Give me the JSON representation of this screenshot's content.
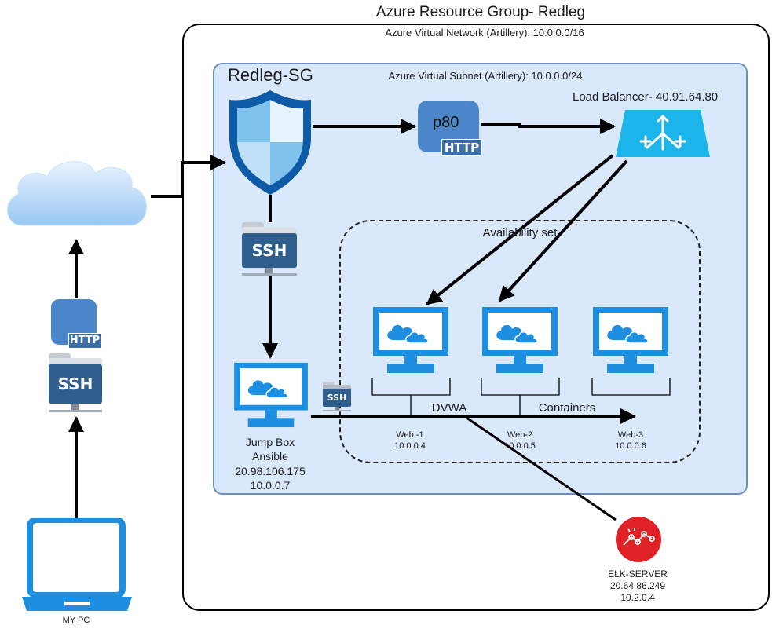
{
  "resource_group": {
    "title": "Azure Resource Group- Redleg",
    "vnet_label": "Azure Virtual Network (Artillery): 10.0.0.0/16"
  },
  "subnet": {
    "label": "Azure Virtual Subnet (Artillery): 10.0.0.0/24"
  },
  "security_group": {
    "name": "Redleg-SG"
  },
  "p80": {
    "label": "p80",
    "badge": "HTTP"
  },
  "load_balancer": {
    "label": "Load Balancer- 40.91.64.80"
  },
  "availability_set": {
    "label": "Availability set"
  },
  "jumpbox": {
    "name": "Jump Box",
    "role": "Ansible",
    "public_ip": "20.98.106.175",
    "private_ip": "10.0.0.7"
  },
  "ssh_badge": "SSH",
  "http_badge": "HTTP",
  "labels": {
    "dvwa": "DVWA",
    "containers": "Containers"
  },
  "webs": [
    {
      "name": "Web -1",
      "ip": "10.0.0.4"
    },
    {
      "name": "Web-2",
      "ip": "10.0.0.5"
    },
    {
      "name": "Web-3",
      "ip": "10.0.0.6"
    }
  ],
  "elk": {
    "name": "ELK-SERVER",
    "public_ip": "20.64.86.249",
    "private_ip": "10.2.0.4"
  },
  "my_pc": {
    "label": "MY PC"
  },
  "colors": {
    "azure_blue": "#1e8fe0",
    "subnet_fill": "#dae8fc",
    "subnet_border": "#6c8ebf",
    "shield_dark": "#0d5aa7",
    "badge_blue": "#4a86c8",
    "elk_red": "#e02227",
    "lb_cyan": "#1cb5ea"
  }
}
